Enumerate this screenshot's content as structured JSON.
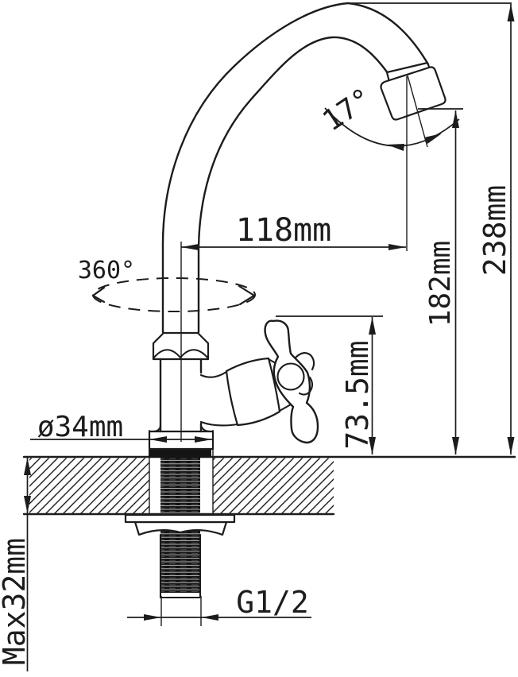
{
  "drawing": {
    "subject": "single cold-water kitchen faucet with swivel gooseneck spout and cross handle, deck-mounted technical dimension drawing",
    "background_color": "#ffffff",
    "line_color": "#1c1c1c",
    "thread_fill_color": "#141414",
    "labels": {
      "spout_angle": "17°",
      "spout_reach": "118mm",
      "swivel_rotation": "360°",
      "spout_outlet_height": "182mm",
      "overall_height": "238mm",
      "handle_height": "73.5mm",
      "base_diameter": "ø34mm",
      "max_counter_thickness": "Max32mm",
      "thread_size": "G1/2"
    }
  }
}
